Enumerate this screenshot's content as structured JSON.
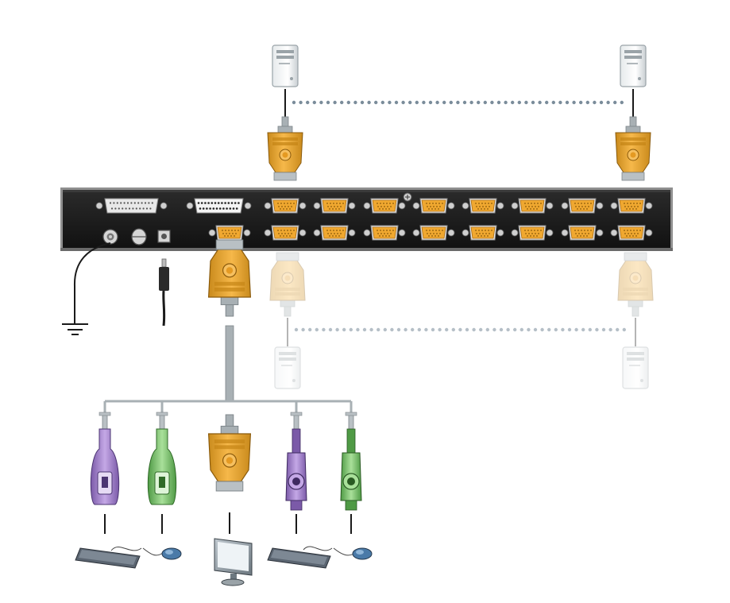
{
  "diagram": {
    "type": "KVM switch installation diagram",
    "colors": {
      "switch_body": "#1e1e1e",
      "switch_trim": "#9a9a9a",
      "connector_orange": "#f0a830",
      "connector_orange_dark": "#a86a10",
      "cable_grey": "#a8b0b4",
      "dots_blue": "#7a8c9a",
      "ps2_purple": "#9a7bc0",
      "ps2_green": "#7cc070",
      "mouse_blue": "#4a7aa8"
    },
    "switch": {
      "top_row_ports": 8,
      "bottom_row_ports": 8,
      "left_panel": [
        "db25-female-port",
        "db25-male-port",
        "vga-console-port"
      ],
      "bottom_left_items": [
        "ground-terminal",
        "power-switch",
        "power-jack"
      ]
    },
    "computers": {
      "top": [
        "computer-1",
        "computer-n"
      ],
      "bottom": [
        "computer-1",
        "computer-n"
      ],
      "bottom_faded": true
    },
    "console": {
      "ps2_set_1": [
        "keyboard-connector",
        "mouse-connector"
      ],
      "vga": "monitor-connector",
      "ps2_set_2": [
        "keyboard-mini-din",
        "mouse-mini-din"
      ],
      "devices": [
        "keyboard",
        "mouse",
        "monitor",
        "keyboard",
        "mouse"
      ]
    }
  }
}
